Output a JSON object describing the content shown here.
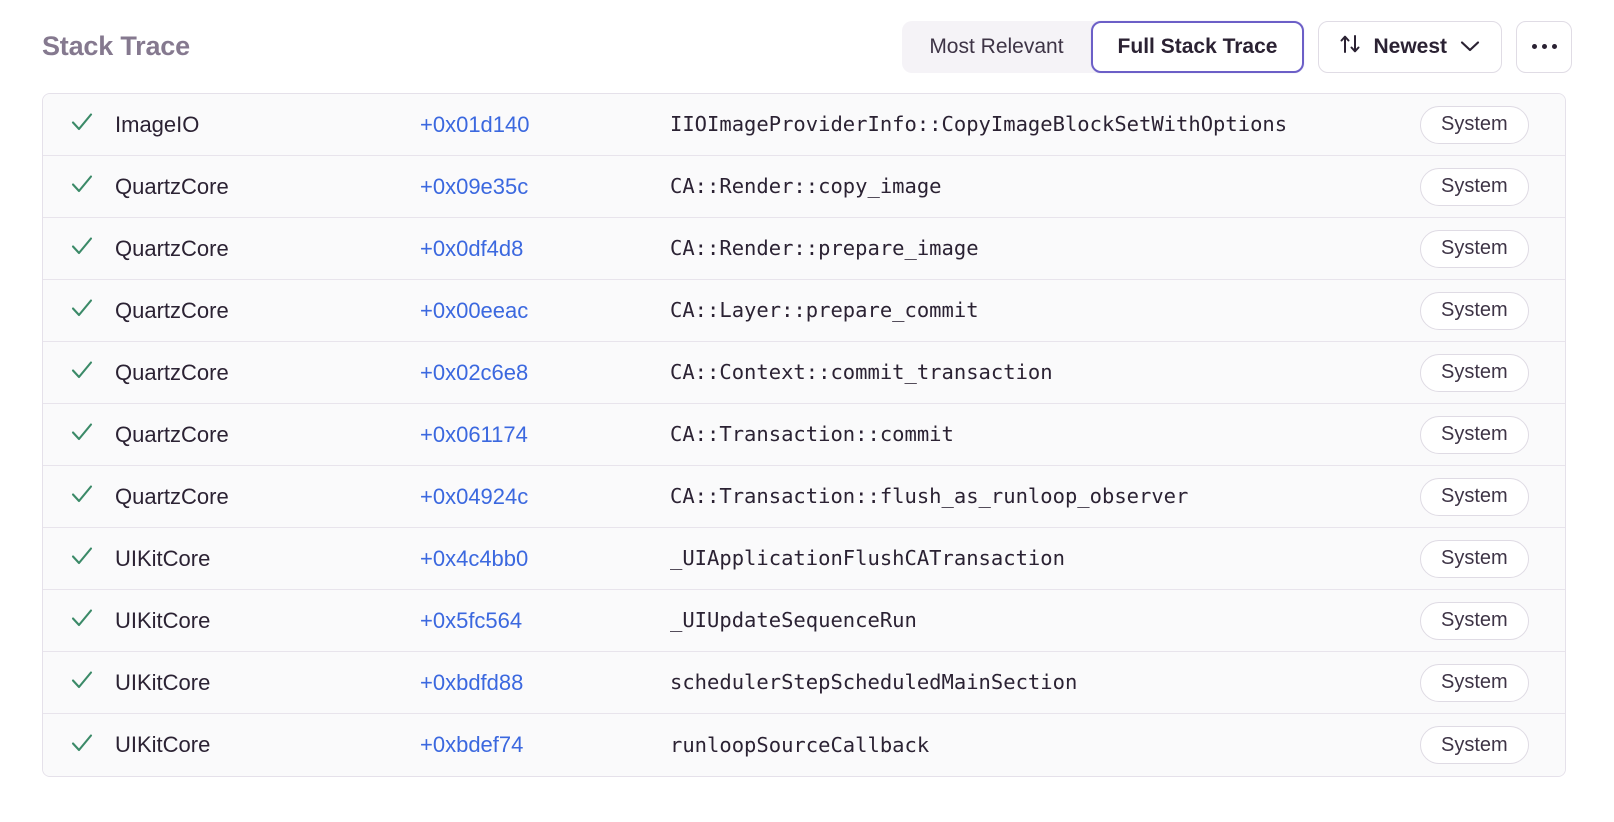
{
  "header": {
    "title": "Stack Trace",
    "segmented": {
      "options": [
        {
          "label": "Most Relevant",
          "active": false
        },
        {
          "label": "Full Stack Trace",
          "active": true
        }
      ]
    },
    "sort": {
      "label": "Newest",
      "sort_icon": "sort-arrows-icon",
      "chevron_icon": "chevron-down-icon"
    },
    "more": {
      "icon": "ellipsis-icon",
      "label": "..."
    }
  },
  "colors": {
    "accent_purple": "#6c5fc7",
    "link_blue": "#3b68df",
    "check_green": "#3b8a68",
    "title_purple": "#85798f",
    "row_bg": "#fafafb",
    "border": "#e5e1ea"
  },
  "stack_trace": {
    "columns": [
      "expanded",
      "module",
      "address",
      "function",
      "origin"
    ],
    "frames": [
      {
        "check": "check-icon",
        "module": "ImageIO",
        "address": "+0x01d140",
        "function": "IIOImageProviderInfo::CopyImageBlockSetWithOptions",
        "badge": "System"
      },
      {
        "check": "check-icon",
        "module": "QuartzCore",
        "address": "+0x09e35c",
        "function": "CA::Render::copy_image",
        "badge": "System"
      },
      {
        "check": "check-icon",
        "module": "QuartzCore",
        "address": "+0x0df4d8",
        "function": "CA::Render::prepare_image",
        "badge": "System"
      },
      {
        "check": "check-icon",
        "module": "QuartzCore",
        "address": "+0x00eeac",
        "function": "CA::Layer::prepare_commit",
        "badge": "System"
      },
      {
        "check": "check-icon",
        "module": "QuartzCore",
        "address": "+0x02c6e8",
        "function": "CA::Context::commit_transaction",
        "badge": "System"
      },
      {
        "check": "check-icon",
        "module": "QuartzCore",
        "address": "+0x061174",
        "function": "CA::Transaction::commit",
        "badge": "System"
      },
      {
        "check": "check-icon",
        "module": "QuartzCore",
        "address": "+0x04924c",
        "function": "CA::Transaction::flush_as_runloop_observer",
        "badge": "System"
      },
      {
        "check": "check-icon",
        "module": "UIKitCore",
        "address": "+0x4c4bb0",
        "function": "_UIApplicationFlushCATransaction",
        "badge": "System"
      },
      {
        "check": "check-icon",
        "module": "UIKitCore",
        "address": "+0x5fc564",
        "function": "_UIUpdateSequenceRun",
        "badge": "System"
      },
      {
        "check": "check-icon",
        "module": "UIKitCore",
        "address": "+0xbdfd88",
        "function": "schedulerStepScheduledMainSection",
        "badge": "System"
      },
      {
        "check": "check-icon",
        "module": "UIKitCore",
        "address": "+0xbdef74",
        "function": "runloopSourceCallback",
        "badge": "System"
      }
    ]
  }
}
